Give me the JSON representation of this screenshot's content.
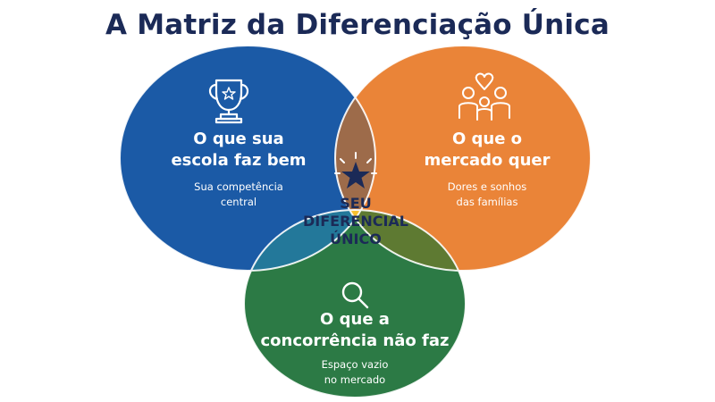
{
  "title": "A Matriz da Diferenciação Única",
  "circles": {
    "left": {
      "heading_line1": "O que sua",
      "heading_line2": "escola faz bem",
      "sub_line1": "Sua competência",
      "sub_line2": "central",
      "color": "#1b5aa6",
      "icon": "trophy-icon"
    },
    "right": {
      "heading_line1": "O que o",
      "heading_line2": "mercado quer",
      "sub_line1": "Dores e sonhos",
      "sub_line2": "das famílias",
      "color": "#ea8438",
      "icon": "family-heart-icon"
    },
    "bottom": {
      "heading_line1": "O que a",
      "heading_line2": "concorrência não faz",
      "sub_line1": "Espaço vazio",
      "sub_line2": "no mercado",
      "color": "#2c7a45",
      "icon": "magnifier-icon"
    }
  },
  "overlaps": {
    "left_right": "#9d6b4a",
    "left_bottom": "#23789a",
    "right_bottom": "#5e7a32",
    "center": "#f7c12f"
  },
  "center": {
    "line1": "SEU",
    "line2": "DIFERENCIAL",
    "line3": "ÚNICO",
    "icon": "star-icon",
    "text_color": "#1b2a57"
  }
}
